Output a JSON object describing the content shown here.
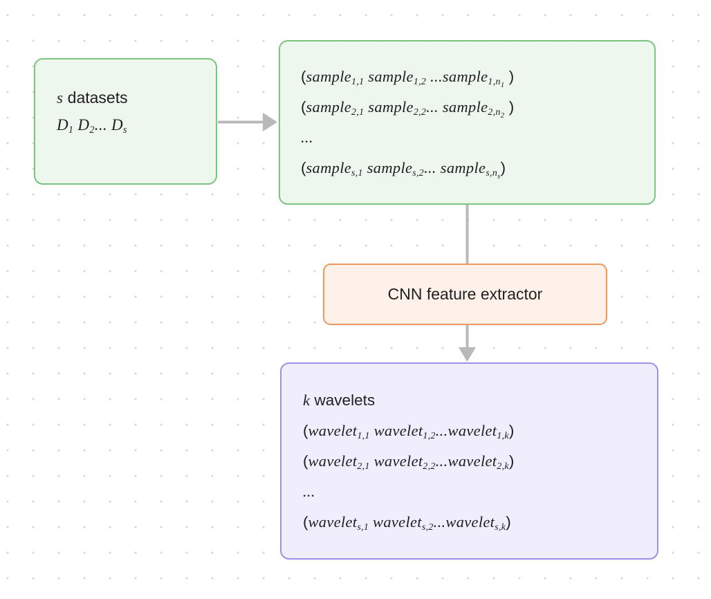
{
  "canvas": {
    "background_color": "#ffffff",
    "grid_dot_color": "#d6d6d6",
    "text_color": "#1f1f1f",
    "arrow_color": "#b9b9b9"
  },
  "nodes": {
    "datasets": {
      "border_color": "#7bc47e",
      "fill_color": "#eef7ee",
      "lines": [
        "*s* datasets",
        "*D_{1} D_{2}... D_{s}*"
      ]
    },
    "samples": {
      "border_color": "#7bc47e",
      "fill_color": "#eef7ee",
      "lines": [
        "(*sample_{1,1} sample_{1,2} ...sample_{1,n_{1}}* )",
        "(*sample_{2,1} sample_{2,2}... sample_{2,n_{2}}* )",
        "*...*",
        "(*sample_{s,1} sample_{s,2}... sample_{s,n_{s}}*)"
      ]
    },
    "cnn": {
      "border_color": "#e8995f",
      "fill_color": "#fdf1e9",
      "label": "CNN feature extractor"
    },
    "wavelets": {
      "border_color": "#a08de8",
      "fill_color": "#f0eefc",
      "lines": [
        "*k* wavelets",
        "(*wavelet_{1,1} wavelet_{1,2}...wavelet_{1,k}*)",
        "(*wavelet_{2,1} wavelet_{2,2}...wavelet_{2,k}*)",
        "*...*",
        "(*wavelet_{s,1} wavelet_{s,2}...wavelet_{s,k}*)"
      ]
    }
  },
  "arrows": [
    {
      "name": "datasets-to-samples",
      "direction": "right",
      "head": true
    },
    {
      "name": "samples-to-cnn",
      "direction": "down",
      "head": false
    },
    {
      "name": "cnn-to-wavelets",
      "direction": "down",
      "head": true
    }
  ]
}
